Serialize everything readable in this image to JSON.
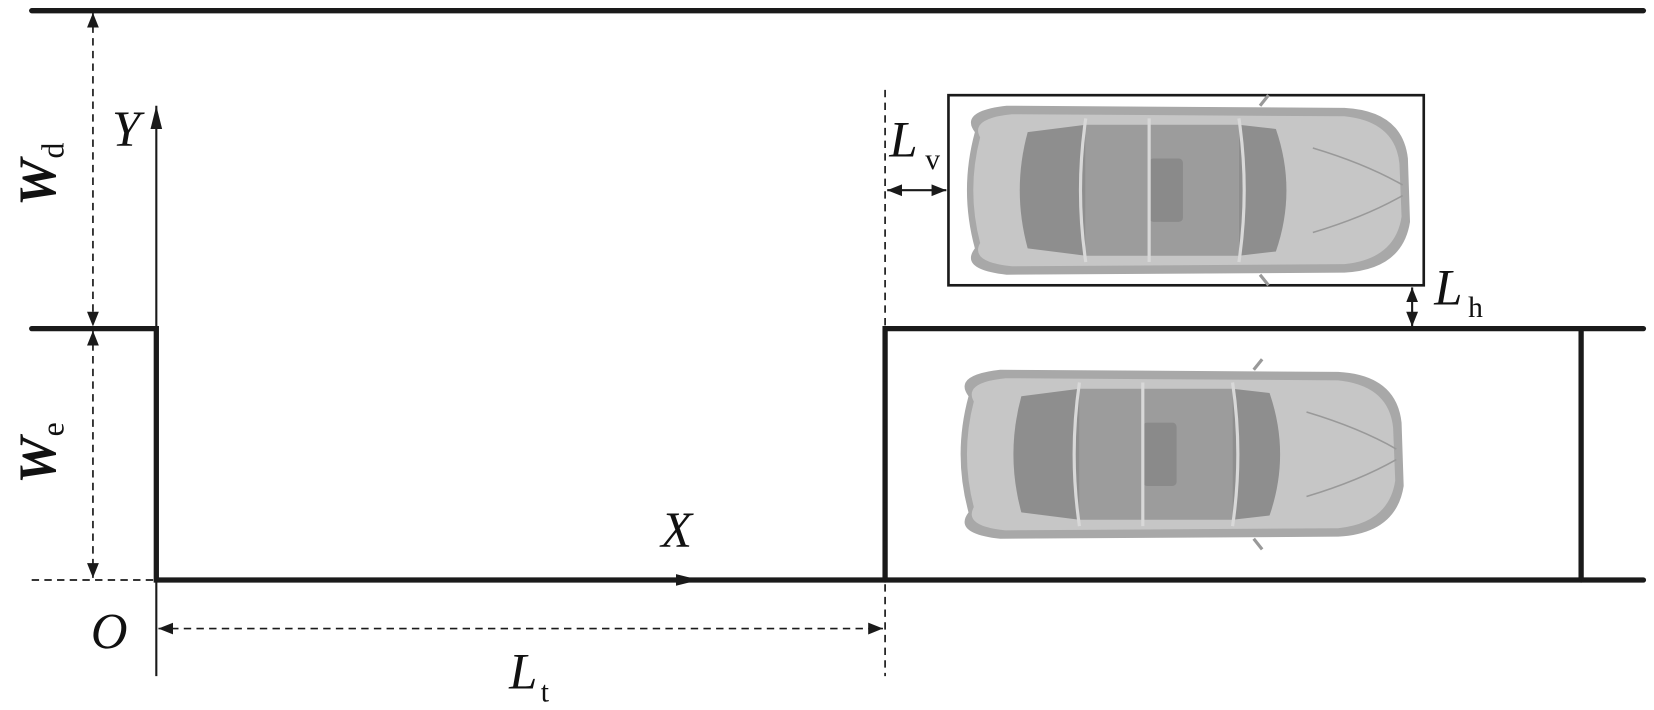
{
  "labels": {
    "wd": {
      "main": "W",
      "sub": "d"
    },
    "we": {
      "main": "W",
      "sub": "e"
    },
    "y_axis": "Y",
    "x_axis": "X",
    "origin": "O",
    "lt": {
      "main": "L",
      "sub": "t"
    },
    "lv": {
      "main": "L",
      "sub": "v"
    },
    "lh": {
      "main": "L",
      "sub": "h"
    }
  },
  "colors": {
    "line": "#1a1a1a",
    "car_body": "#c4c4c4",
    "car_dark": "#9a9a9a",
    "car_glass": "#8c8c8c"
  }
}
